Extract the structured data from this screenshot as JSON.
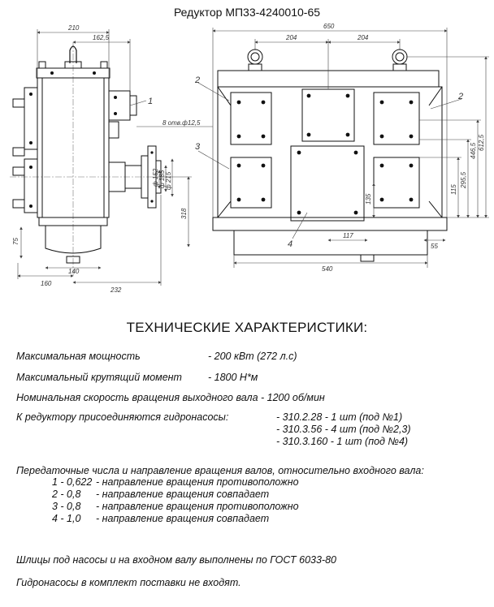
{
  "document": {
    "title": "Редуктор МП33-4240010-65",
    "heading": "ТЕХНИЧЕСКИЕ ХАРАКТЕРИСТИКИ:"
  },
  "drawing": {
    "side_view": {
      "dims": {
        "d210": "210",
        "d162": "162,5",
        "d318": "318",
        "d75": "75",
        "d160": "160",
        "d232": "232",
        "d140": "140",
        "holes": "8 отв.ф12,5",
        "dia1": "ф 152",
        "dia2": "ф 185",
        "dia3": "ф 215"
      },
      "callouts": {
        "c1": "1",
        "c3": "3"
      }
    },
    "front_view": {
      "dims": {
        "d650": "650",
        "d204a": "204",
        "d204b": "204",
        "d540": "540",
        "d117": "117",
        "d55": "55",
        "d135": "135",
        "d115": "115",
        "d2955": "295,5",
        "d4465": "446,5",
        "d6125": "612,5"
      },
      "callouts": {
        "c2a": "2",
        "c2b": "2",
        "c4": "4"
      }
    }
  },
  "specs": {
    "max_power_label": "Максимальная мощность",
    "max_power_value": "-  200 кВт (272 л.с)",
    "max_torque_label": "Максимальный крутящий момент",
    "max_torque_value": "-  1800 Н*м",
    "nominal_speed": "Номинальная скорость вращения выходного вала  -  1200 об/мин",
    "pumps_label": "К редуктору присоединяются гидронасосы:",
    "pumps": [
      "- 310.2.28 - 1 шт (под №1)",
      "- 310.3.56 - 4 шт (под №2,3)",
      "- 310.3.160 - 1 шт (под №4)"
    ],
    "ratios_heading": "Передаточные числа и направление вращения валов, относительно входного вала:",
    "ratios": [
      {
        "num": "1 - 0,622",
        "desc": "- направление вращения противоположно"
      },
      {
        "num": "2 - 0,8",
        "desc": "- направление вращения совпадает"
      },
      {
        "num": "3 - 0,8",
        "desc": "- направление вращения противоположно"
      },
      {
        "num": "4 - 1,0",
        "desc": "- направление вращения совпадает"
      }
    ],
    "splines_note": "Шлицы под насосы и на входном валу выполнены по ГОСТ 6033-80",
    "pumps_note": "Гидронасосы в комплект поставки не входят."
  }
}
